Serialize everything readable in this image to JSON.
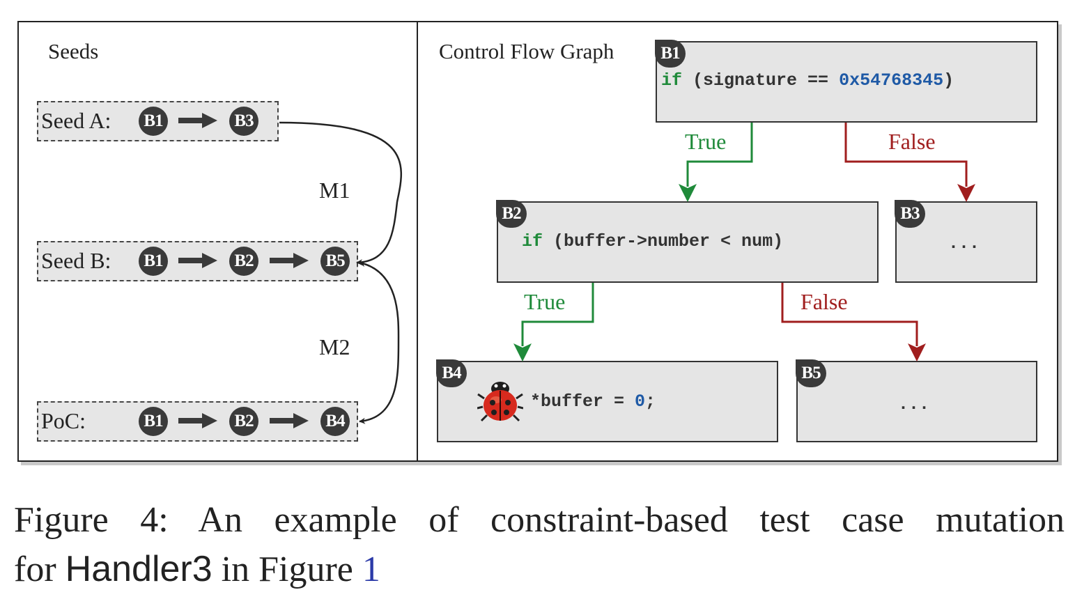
{
  "panels": {
    "seeds_title": "Seeds",
    "cfg_title": "Control Flow Graph"
  },
  "seeds": [
    {
      "label": "Seed A:",
      "path": [
        "B1",
        "B3"
      ]
    },
    {
      "label": "Seed B:",
      "path": [
        "B1",
        "B2",
        "B5"
      ]
    },
    {
      "label": "PoC:",
      "path": [
        "B1",
        "B2",
        "B4"
      ]
    }
  ],
  "mutations": [
    "M1",
    "M2"
  ],
  "cfg": {
    "b1": {
      "tag": "B1",
      "code_kw": "if",
      "code_mid": " (signature == ",
      "code_num": "0x54768345",
      "code_end": ")"
    },
    "b2": {
      "tag": "B2",
      "code_kw": "if",
      "code_mid": " (buffer->number < num)"
    },
    "b3": {
      "tag": "B3",
      "code": "..."
    },
    "b4": {
      "tag": "B4",
      "code_mid": "*buffer = ",
      "code_num": "0",
      "code_end": ";"
    },
    "b5": {
      "tag": "B5",
      "code": "..."
    },
    "edges": {
      "true": "True",
      "false": "False"
    }
  },
  "colors": {
    "true": "#1f8a3a",
    "false": "#a01e1e",
    "node": "#3a3a3a",
    "block_fill": "#e5e5e5"
  },
  "icons": {
    "bug": "ladybug-icon"
  },
  "caption": {
    "line1": "Figure 4: An example of constraint-based test case mutation",
    "for_text": "for",
    "handler": "Handler3",
    "in_text": "in Figure",
    "ref": "1"
  }
}
